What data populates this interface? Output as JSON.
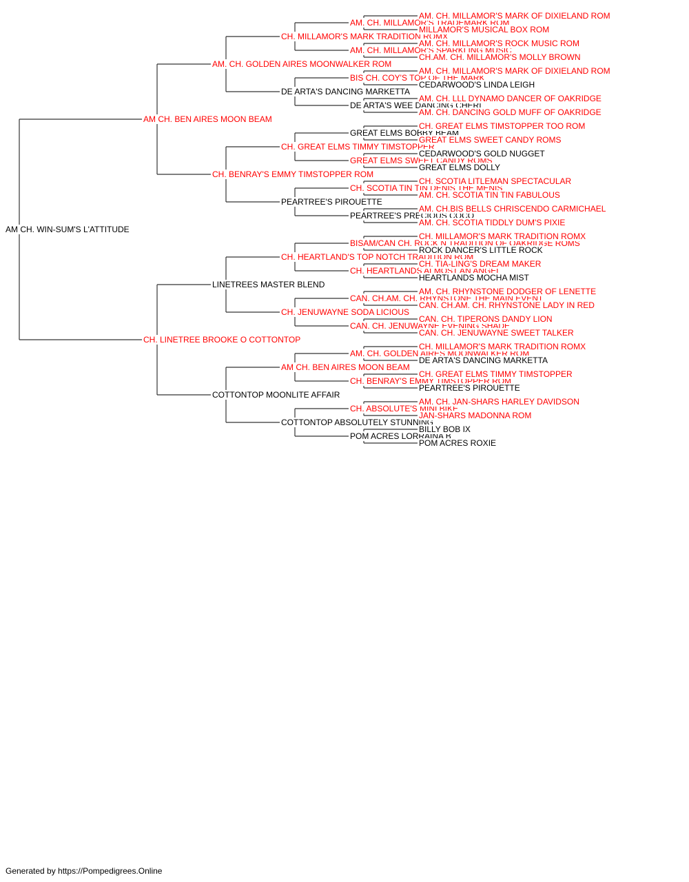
{
  "pedigree": {
    "name": "AM CH. WIN-SUM'S L'ATTITUDE",
    "champion": false,
    "sire": {
      "name": "AM CH. BEN AIRES MOON BEAM",
      "champion": true,
      "sire": {
        "name": "AM. CH. GOLDEN AIRES MOONWALKER ROM",
        "champion": true,
        "sire": {
          "name": "CH. MILLAMOR'S MARK TRADITION ROMX",
          "champion": true,
          "sire": {
            "name": "AM. CH. MILLAMOR'S TRADEMARK ROM",
            "champion": true,
            "sire": {
              "name": "AM. CH. MILLAMOR'S MARK OF DIXIELAND ROM",
              "champion": true
            },
            "dam": {
              "name": "MILLAMOR'S MUSICAL BOX ROM",
              "champion": true
            }
          },
          "dam": {
            "name": "AM. CH. MILLAMOR'S SPARKLING MUSIC",
            "champion": true,
            "sire": {
              "name": "AM. CH. MILLAMOR'S ROCK MUSIC ROM",
              "champion": true
            },
            "dam": {
              "name": "CH.AM. CH. MILLAMOR'S MOLLY BROWN",
              "champion": true
            }
          }
        },
        "dam": {
          "name": "DE ARTA'S DANCING MARKETTA",
          "champion": false,
          "sire": {
            "name": "BIS CH. COY'S TOP OF THE MARK",
            "champion": true,
            "sire": {
              "name": "AM. CH. MILLAMOR'S MARK OF DIXIELAND ROM",
              "champion": true
            },
            "dam": {
              "name": "CEDARWOOD'S LINDA LEIGH",
              "champion": false
            }
          },
          "dam": {
            "name": "DE ARTA'S WEE DANCING CHERI",
            "champion": false,
            "sire": {
              "name": "AM. CH. LLL DYNAMO DANCER OF OAKRIDGE",
              "champion": true
            },
            "dam": {
              "name": "AM. CH. DANCING GOLD MUFF OF OAKRIDGE",
              "champion": true
            }
          }
        }
      },
      "dam": {
        "name": "CH. BENRAY'S EMMY TIMSTOPPER ROM",
        "champion": true,
        "sire": {
          "name": "CH. GREAT ELMS TIMMY TIMSTOPPER",
          "champion": true,
          "sire": {
            "name": "GREAT ELMS BOBBY BEAM",
            "champion": false,
            "sire": {
              "name": "CH. GREAT ELMS TIMSTOPPER TOO ROM",
              "champion": true
            },
            "dam": {
              "name": "GREAT ELMS SWEET CANDY ROMS",
              "champion": true
            }
          },
          "dam": {
            "name": "GREAT ELMS SWEET CANDY ROMS",
            "champion": true,
            "sire": {
              "name": "CEDARWOOD'S GOLD NUGGET",
              "champion": false
            },
            "dam": {
              "name": "GREAT ELMS DOLLY",
              "champion": false
            }
          }
        },
        "dam": {
          "name": "PEARTREE'S PIROUETTE",
          "champion": false,
          "sire": {
            "name": "CH. SCOTIA TIN TIN DENIS THE MENIS",
            "champion": true,
            "sire": {
              "name": "CH. SCOTIA LITLEMAN SPECTACULAR",
              "champion": true
            },
            "dam": {
              "name": "AM. CH. SCOTIA TIN TIN FABULOUS",
              "champion": true
            }
          },
          "dam": {
            "name": "PEARTREE'S PRECIOUS COCO",
            "champion": false,
            "sire": {
              "name": "AM. CH.BIS BELLS CHRISCENDO CARMICHAEL",
              "champion": true
            },
            "dam": {
              "name": "AM. CH. SCOTIA TIDDLY DUM'S PIXIE",
              "champion": true
            }
          }
        }
      }
    },
    "dam": {
      "name": "CH. LINETREE BROOKE O COTTONTOP",
      "champion": true,
      "sire": {
        "name": "LINETREES MASTER BLEND",
        "champion": false,
        "sire": {
          "name": "CH. HEARTLAND'S TOP NOTCH TRADITION ROM",
          "champion": true,
          "sire": {
            "name": "BISAM/CAN CH. ROCK N TRADITION OF OAKRIDGE ROMS",
            "champion": true,
            "sire": {
              "name": "CH. MILLAMOR'S MARK TRADITION ROMX",
              "champion": true
            },
            "dam": {
              "name": "ROCK DANCER'S LITTLE ROCK",
              "champion": false
            }
          },
          "dam": {
            "name": "CH. HEARTLANDS ALMOST AN ANGEL",
            "champion": true,
            "sire": {
              "name": "CH. TIA-LING'S DREAM MAKER",
              "champion": true
            },
            "dam": {
              "name": "HEARTLANDS MOCHA MIST",
              "champion": false
            }
          }
        },
        "dam": {
          "name": "CH. JENUWAYNE SODA LICIOUS",
          "champion": true,
          "sire": {
            "name": "CAN. CH.AM. CH. RHYNSTONE THE MAIN EVENT",
            "champion": true,
            "sire": {
              "name": "AM. CH. RHYNSTONE DODGER OF LENETTE",
              "champion": true
            },
            "dam": {
              "name": "CAN. CH.AM. CH. RHYNSTONE LADY IN RED",
              "champion": true
            }
          },
          "dam": {
            "name": "CAN. CH. JENUWAYNE EVENING SHADE",
            "champion": true,
            "sire": {
              "name": "CAN. CH. TIPERONS DANDY LION",
              "champion": true
            },
            "dam": {
              "name": "CAN. CH. JENUWAYNE SWEET TALKER",
              "champion": true
            }
          }
        }
      },
      "dam": {
        "name": "COTTONTOP MOONLITE AFFAIR",
        "champion": false,
        "sire": {
          "name": "AM CH. BEN AIRES MOON BEAM",
          "champion": true,
          "sire": {
            "name": "AM. CH. GOLDEN AIRES MOONWALKER ROM",
            "champion": true,
            "sire": {
              "name": "CH. MILLAMOR'S MARK TRADITION ROMX",
              "champion": true
            },
            "dam": {
              "name": "DE ARTA'S DANCING MARKETTA",
              "champion": false
            }
          },
          "dam": {
            "name": "CH. BENRAY'S EMMY TIMSTOPPER ROM",
            "champion": true,
            "sire": {
              "name": "CH. GREAT ELMS TIMMY TIMSTOPPER",
              "champion": true
            },
            "dam": {
              "name": "PEARTREE'S PIROUETTE",
              "champion": false
            }
          }
        },
        "dam": {
          "name": "COTTONTOP ABSOLUTELY STUNNING",
          "champion": false,
          "sire": {
            "name": "CH. ABSOLUTE'S MINI BIKE",
            "champion": true,
            "sire": {
              "name": "AM. CH. JAN-SHARS HARLEY DAVIDSON",
              "champion": true
            },
            "dam": {
              "name": "JAN-SHARS MADONNA ROM",
              "champion": true
            }
          },
          "dam": {
            "name": "POM ACRES LORRAINA B",
            "champion": false,
            "sire": {
              "name": "BILLY BOB IX",
              "champion": false
            },
            "dam": {
              "name": "POM ACRES ROXIE",
              "champion": false
            }
          }
        }
      }
    }
  },
  "colors": {
    "champion": "#ff0000",
    "normal": "#000000",
    "line": "#333333"
  },
  "footer": "Generated by https://Pompedigrees.Online"
}
